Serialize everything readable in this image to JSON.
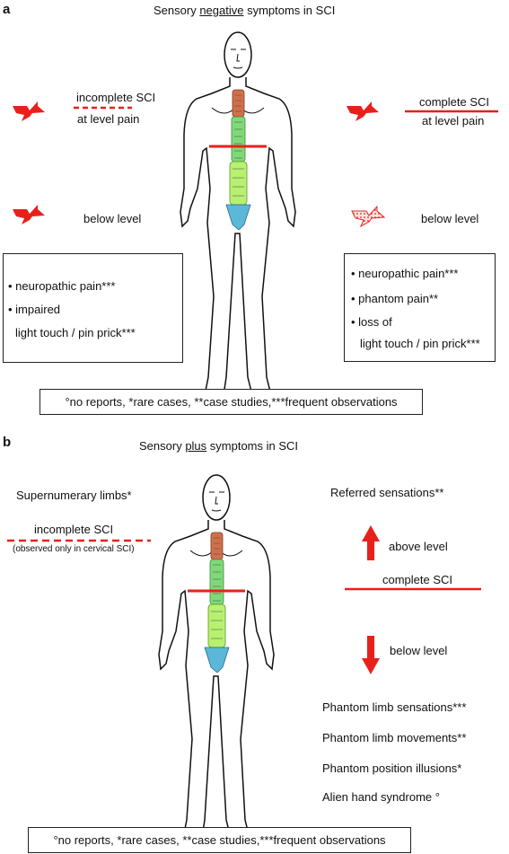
{
  "panel_a": {
    "letter": "a",
    "title_pre": "Sensory ",
    "title_emph": "negative",
    "title_post": " symptoms in SCI",
    "left_label_top": "incomplete SCI",
    "left_label_level": "at level pain",
    "left_label_below": "below level",
    "right_label_top": "complete SCI",
    "right_label_level": "at level pain",
    "right_label_below": "below level",
    "left_box": {
      "item1": "neuropathic pain***",
      "item2": "impaired",
      "item2b": "light touch / pin prick***"
    },
    "right_box": {
      "item1": "neuropathic pain***",
      "item2": "phantom pain**",
      "item3": "loss of",
      "item3b": "light touch / pin prick***"
    },
    "legend": "°no reports, *rare cases, **case studies,***frequent observations"
  },
  "panel_b": {
    "letter": "b",
    "title_pre": "Sensory ",
    "title_emph": "plus",
    "title_post": " symptoms in SCI",
    "supernumerary": "Supernumerary limbs*",
    "incomplete": "incomplete SCI",
    "cervical_note": "(observed only in cervical SCI)",
    "referred": "Referred sensations**",
    "above_level": "above level",
    "complete": "complete SCI",
    "below_level": "below level",
    "phantom_sensations": "Phantom limb sensations***",
    "phantom_movements": "Phantom limb movements**",
    "phantom_position": "Phantom position illusions*",
    "alien_hand": "Alien hand syndrome °",
    "legend": "°no reports, *rare cases, **case studies,***frequent observations"
  },
  "colors": {
    "red": "#e8201c",
    "spine_cervical": "#d0704a",
    "spine_thoracic": "#8fe08a",
    "spine_lumbar": "#b8f070",
    "sacrum": "#5cb8d8"
  }
}
